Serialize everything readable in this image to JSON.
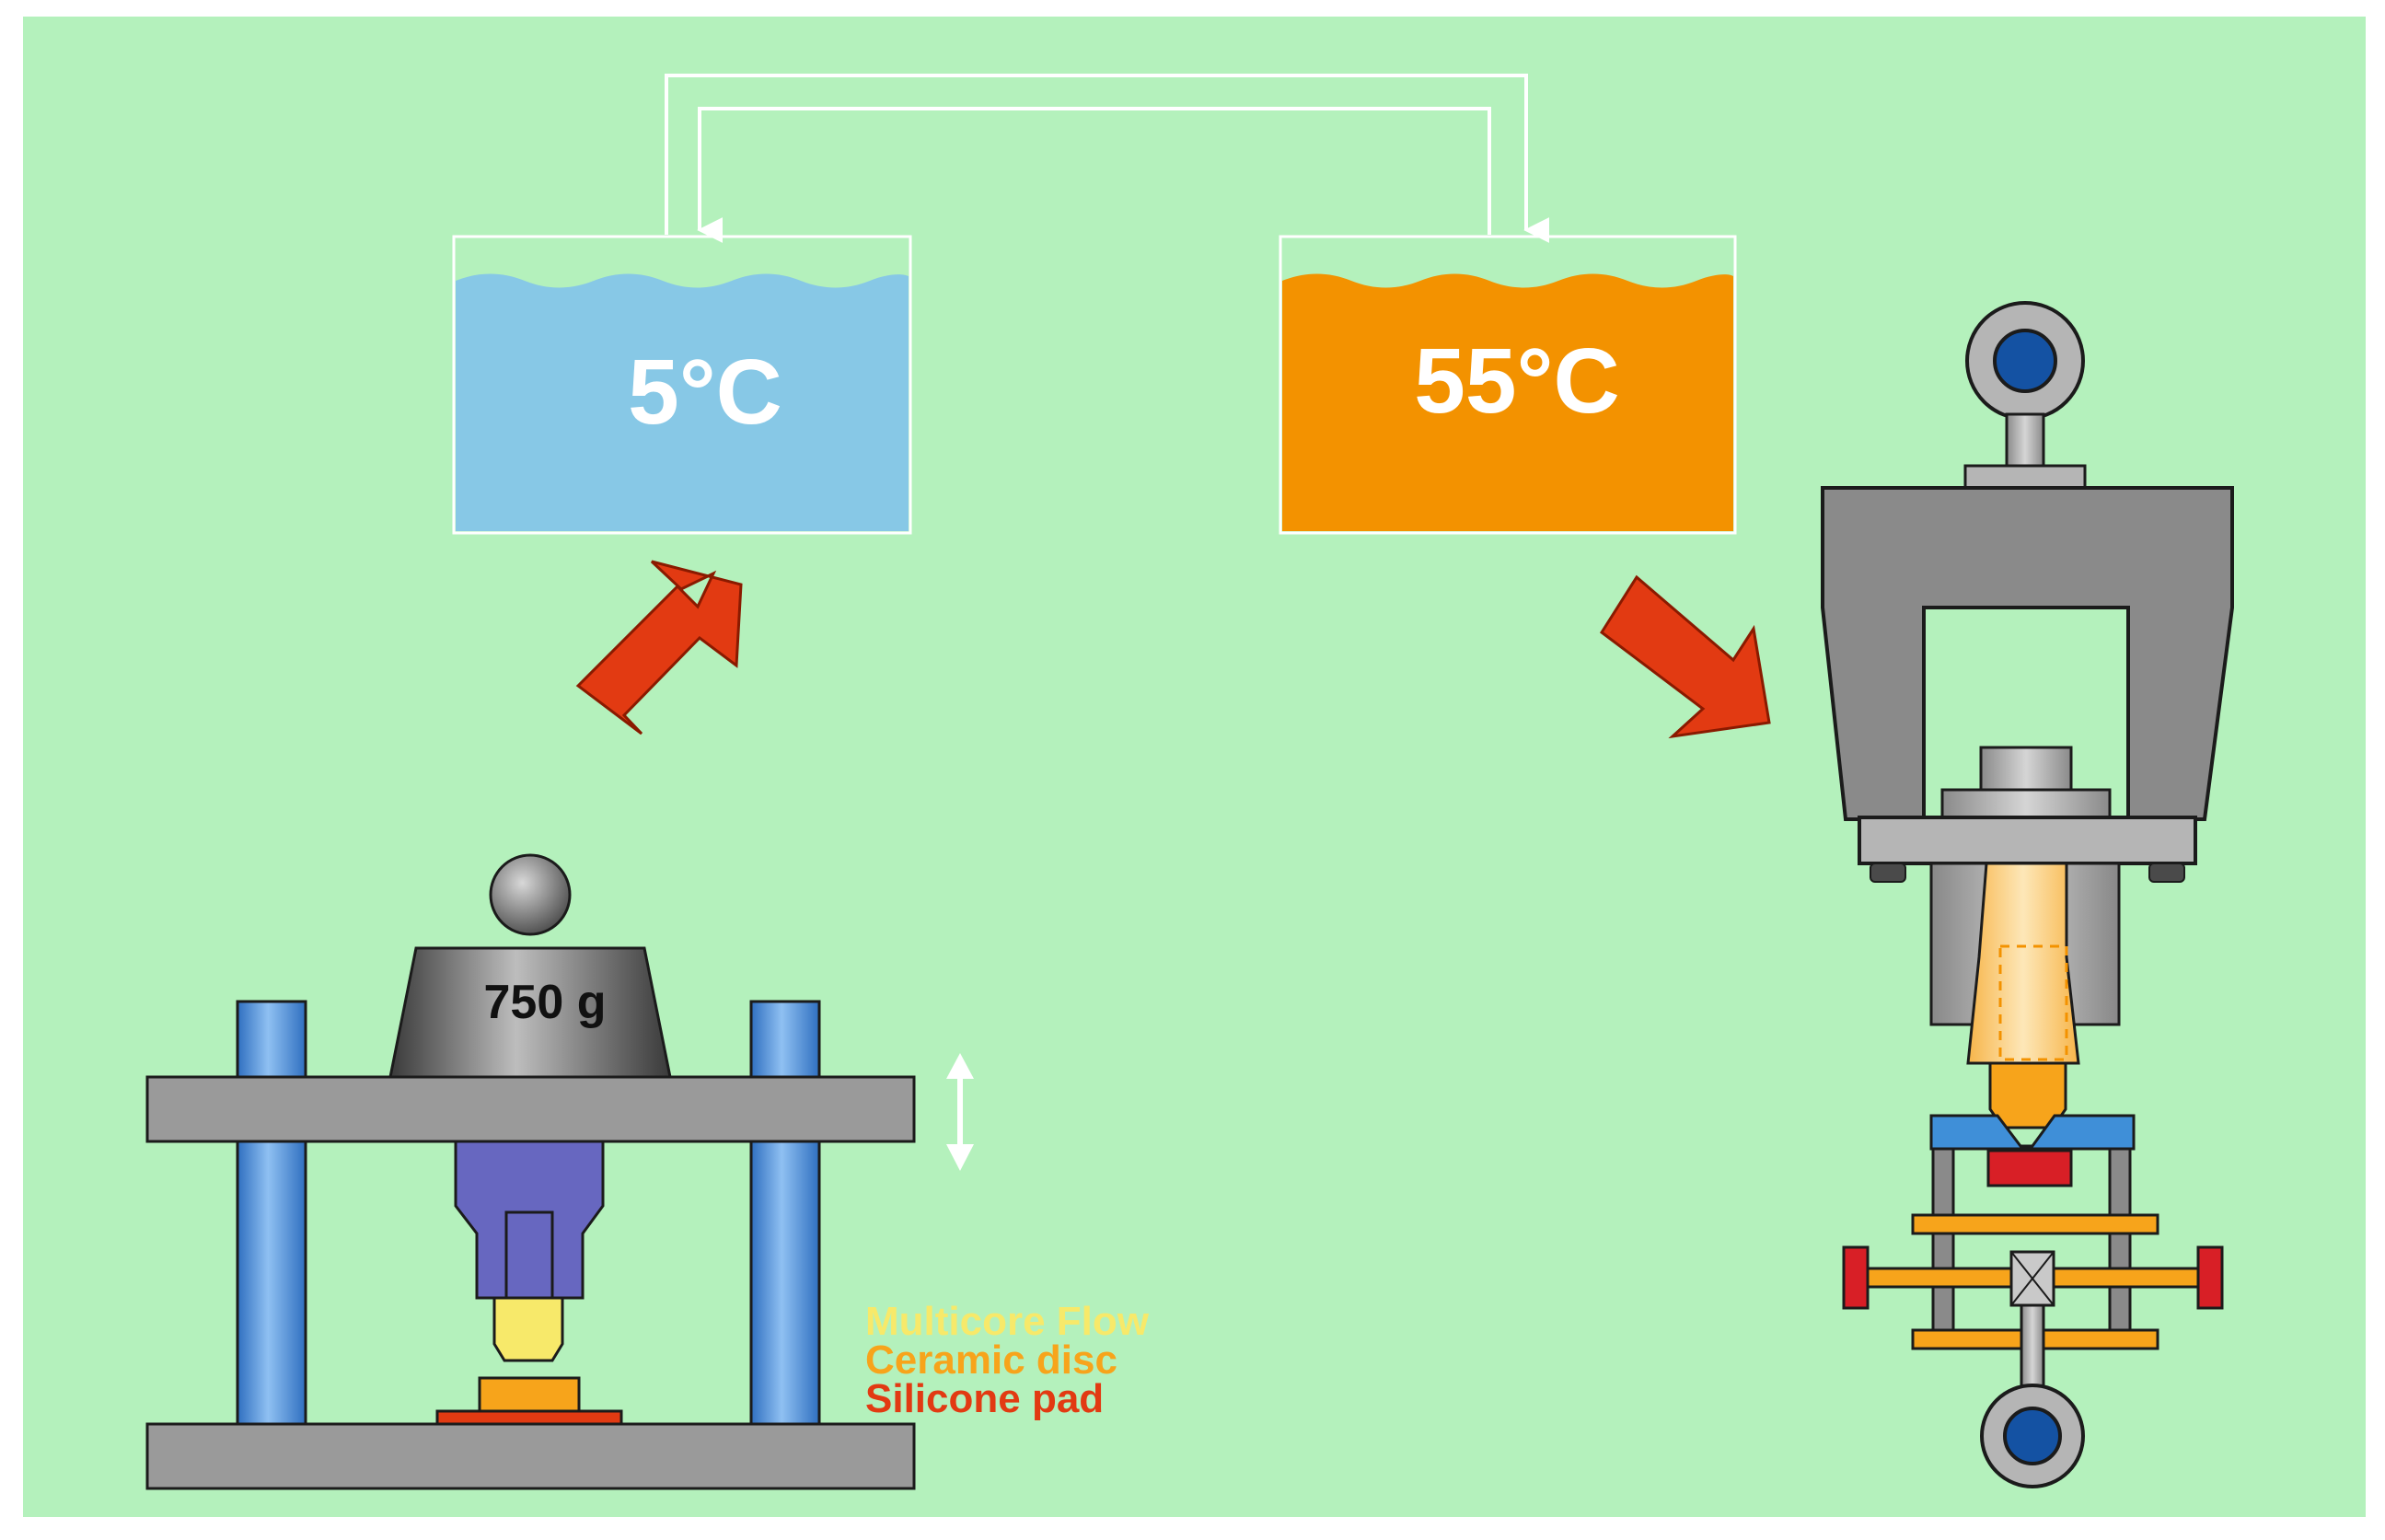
{
  "colors": {
    "background": "#b4f1bc",
    "cold_bath": "#87c8e6",
    "warm_bath": "#f39200",
    "arrow": "#e23a12",
    "frame_gray": "#9a9a9a",
    "column_blue": "#3f7fcc",
    "plunger_purple": "#6767c0",
    "multicore_flow": "#f7e96a",
    "ceramic_disc": "#f7a41b",
    "silicone_pad": "#e23a12",
    "knob_blue": "#1452a3",
    "clamp_red": "#d81f26"
  },
  "cold_bath": {
    "temperature": "5°C"
  },
  "warm_bath": {
    "temperature": "55°C"
  },
  "weight": {
    "label": "750 g"
  },
  "legend": {
    "multicore_flow": "Multicore Flow",
    "ceramic_disc": "Ceramic disc",
    "silicone_pad": "Silicone pad"
  },
  "icons": [
    "up-down-arrow-icon",
    "right-up-arrow-icon",
    "right-down-arrow-icon"
  ]
}
